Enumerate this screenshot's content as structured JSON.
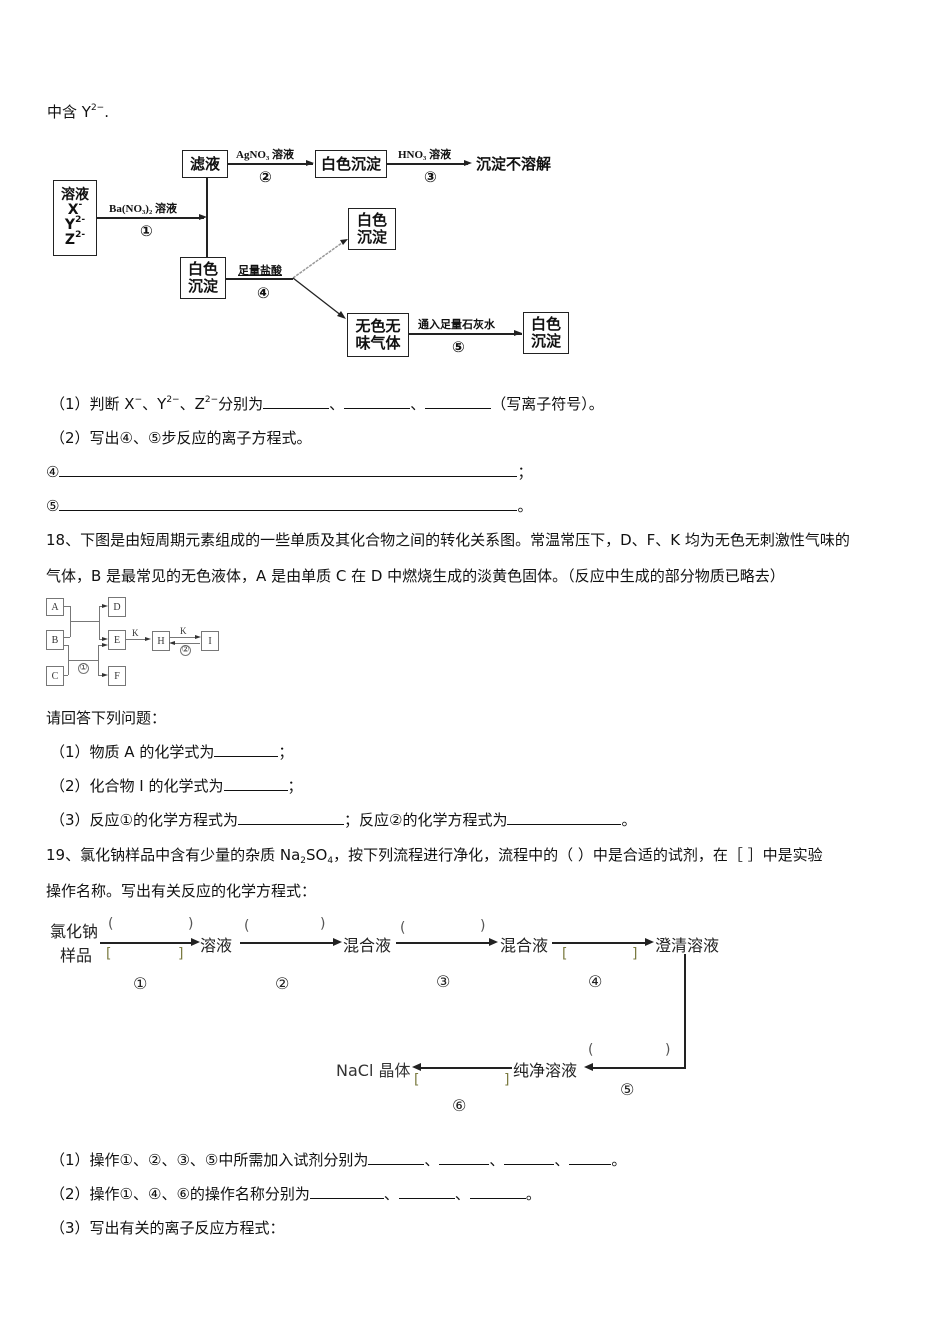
{
  "intro": {
    "prefix": "中含 Y",
    "sup": "2−",
    "suffix": "."
  },
  "diagram1": {
    "start_box": {
      "line1": "溶液",
      "ions": [
        "X",
        "Y",
        "Z"
      ],
      "charges": [
        "-",
        "2-",
        "2-"
      ]
    },
    "filtrate_box": "滤液",
    "white_ppt_box1": "白色沉淀",
    "dissolve_text": "沉淀不溶解",
    "white_ppt_box2": [
      "白色",
      "沉淀"
    ],
    "white_ppt_box3": [
      "白色",
      "沉淀"
    ],
    "gas_box": [
      "无色无",
      "味气体"
    ],
    "white_ppt_box4": [
      "白色",
      "沉淀"
    ],
    "reagents": {
      "step1": "Ba(NO₃)₂ 溶液",
      "step2": "AgNO₃ 溶液",
      "step3": "HNO₃ 溶液",
      "step4": "足量盐酸",
      "step5": "通入足量石灰水"
    },
    "steps": [
      "①",
      "②",
      "③",
      "④",
      "⑤"
    ]
  },
  "q17": {
    "p1": {
      "label": "（1）判断 X",
      "sup1": "−",
      "sep1": "、Y",
      "sup2": "2−",
      "sep2": "、Z",
      "sup3": "2−",
      "text": "分别为",
      "sep": "、",
      "tail": "（写离子符号）。"
    },
    "p2": "（2）写出④、⑤步反应的离子方程式。",
    "p2a_mark": "④",
    "p2a_end": "；",
    "p2b_mark": "⑤",
    "p2b_end": "。"
  },
  "q18": {
    "line1": "18、下图是由短周期元素组成的一些单质及其化合物之间的转化关系图。常温常压下，D、F、K 均为无色无刺激性气味的",
    "line2": "气体，B 是最常见的无色液体，A 是由单质 C 在 D 中燃烧生成的淡黄色固体。（反应中生成的部分物质已略去）",
    "diagram": {
      "boxes": [
        "A",
        "B",
        "C",
        "D",
        "E",
        "F",
        "H",
        "I"
      ],
      "label_k1": "K",
      "label_k2": "K",
      "step1": "①",
      "step2": "②"
    },
    "prompt": "请回答下列问题：",
    "p1": {
      "text": "（1）物质 A 的化学式为",
      "end": "；"
    },
    "p2": {
      "text": "（2）化合物 I 的化学式为",
      "end": "；"
    },
    "p3": {
      "text1": "（3）反应①的化学方程式为",
      "mid": "；反应②的化学方程式为",
      "end": "。"
    }
  },
  "q19": {
    "line1_a": "19、氯化钠样品中含有少量的杂质 Na",
    "line1_sub1": "2",
    "line1_b": "SO",
    "line1_sub2": "4",
    "line1_c": "，按下列流程进行净化，流程中的（ ）中是合适的试剂，在［ ］中是实验",
    "line2": "操作名称。写出有关反应的化学方程式：",
    "flow": {
      "start": [
        "氯化钠",
        "样品"
      ],
      "nodes": [
        "溶液",
        "混合液",
        "混合液",
        "澄清溶液",
        "纯净溶液",
        "NaCl 晶体"
      ],
      "paren_open": "(",
      "paren_close": ")",
      "bracket_open": "[",
      "bracket_close": "]",
      "steps": [
        "①",
        "②",
        "③",
        "④",
        "⑤",
        "⑥"
      ]
    },
    "p1": {
      "text": "（1）操作①、②、③、⑤中所需加入试剂分别为",
      "sep": "、",
      "end": "。"
    },
    "p2": {
      "text": "（2）操作①、④、⑥的操作名称分别为",
      "sep": "、",
      "end": "。"
    },
    "p3": "（3）写出有关的离子反应方程式："
  }
}
